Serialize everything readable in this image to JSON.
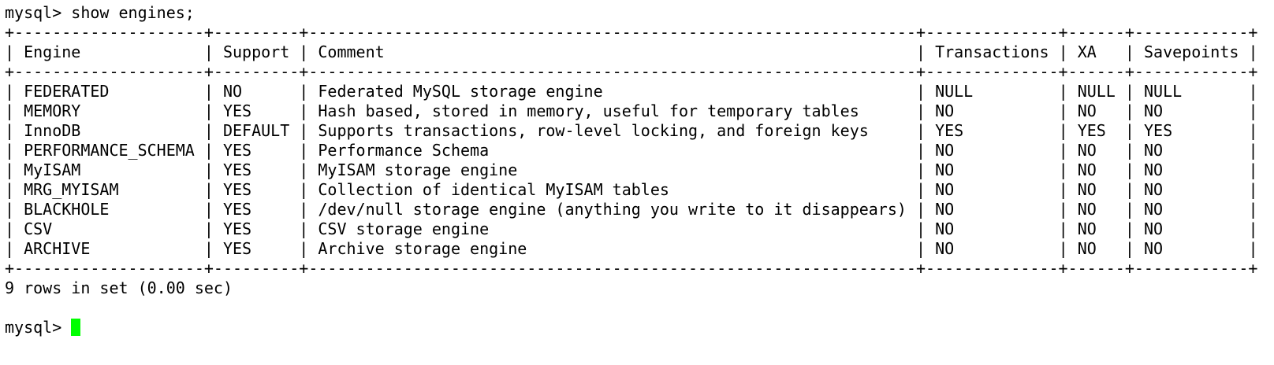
{
  "terminal": {
    "prompt_label": "mysql>",
    "command": "show engines;",
    "separator": "+--------------------+---------+----------------------------------------------------------------+--------------+------+------------+",
    "header": [
      "Engine",
      "Support",
      "Comment",
      "Transactions",
      "XA",
      "Savepoints"
    ],
    "rows": [
      [
        "FEDERATED",
        "NO",
        "Federated MySQL storage engine",
        "NULL",
        "NULL",
        "NULL"
      ],
      [
        "MEMORY",
        "YES",
        "Hash based, stored in memory, useful for temporary tables",
        "NO",
        "NO",
        "NO"
      ],
      [
        "InnoDB",
        "DEFAULT",
        "Supports transactions, row-level locking, and foreign keys",
        "YES",
        "YES",
        "YES"
      ],
      [
        "PERFORMANCE_SCHEMA",
        "YES",
        "Performance Schema",
        "NO",
        "NO",
        "NO"
      ],
      [
        "MyISAM",
        "YES",
        "MyISAM storage engine",
        "NO",
        "NO",
        "NO"
      ],
      [
        "MRG_MYISAM",
        "YES",
        "Collection of identical MyISAM tables",
        "NO",
        "NO",
        "NO"
      ],
      [
        "BLACKHOLE",
        "YES",
        "/dev/null storage engine (anything you write to it disappears)",
        "NO",
        "NO",
        "NO"
      ],
      [
        "CSV",
        "YES",
        "CSV storage engine",
        "NO",
        "NO",
        "NO"
      ],
      [
        "ARCHIVE",
        "YES",
        "Archive storage engine",
        "NO",
        "NO",
        "NO"
      ]
    ],
    "result_summary": "9 rows in set (0.00 sec)",
    "cursor_color": "#00ff00"
  }
}
